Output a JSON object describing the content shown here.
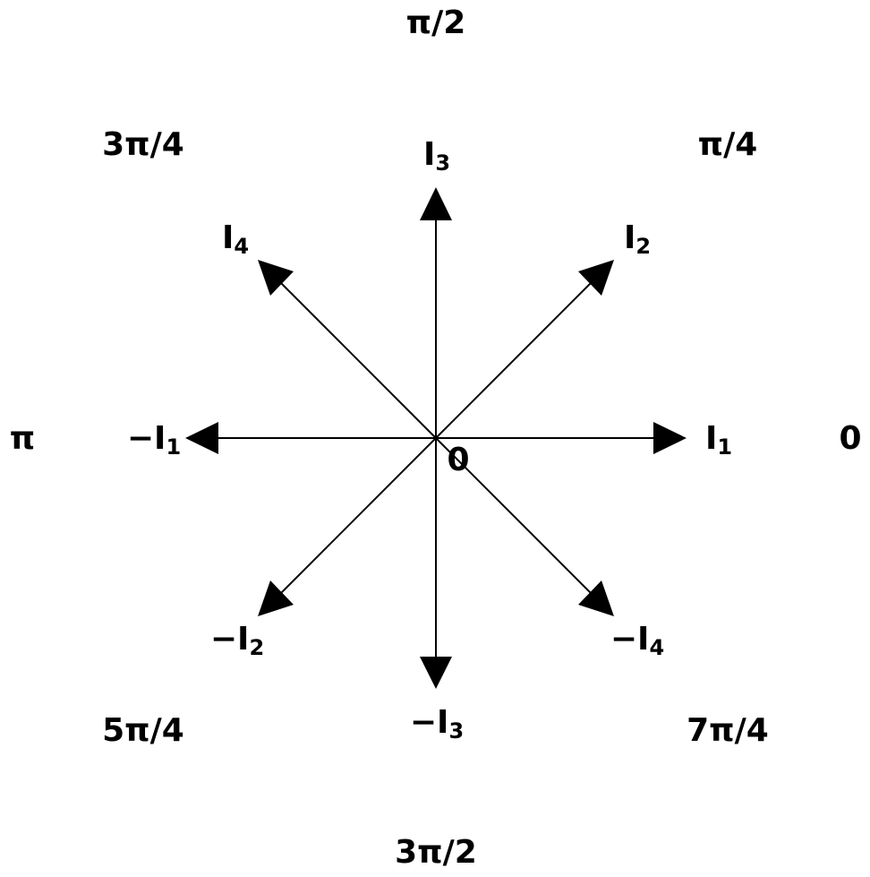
{
  "colors": {
    "ink": "#000000",
    "background": "#ffffff"
  },
  "origin_label": "0",
  "angle_labels": [
    {
      "id": "0",
      "text": "0"
    },
    {
      "id": "pi-4",
      "text": "π/4"
    },
    {
      "id": "pi-2",
      "text": "π/2"
    },
    {
      "id": "3pi-4",
      "text": "3π/4"
    },
    {
      "id": "pi",
      "text": "π"
    },
    {
      "id": "5pi-4",
      "text": "5π/4"
    },
    {
      "id": "3pi-2",
      "text": "3π/2"
    },
    {
      "id": "7pi-4",
      "text": "7π/4"
    }
  ],
  "vectors": [
    {
      "id": "i1",
      "sign": "",
      "base": "I",
      "sub": "1"
    },
    {
      "id": "i2",
      "sign": "",
      "base": "I",
      "sub": "2"
    },
    {
      "id": "i3",
      "sign": "",
      "base": "I",
      "sub": "3"
    },
    {
      "id": "i4",
      "sign": "",
      "base": "I",
      "sub": "4"
    },
    {
      "id": "neg-i1",
      "sign": "−",
      "base": "I",
      "sub": "1"
    },
    {
      "id": "neg-i2",
      "sign": "−",
      "base": "I",
      "sub": "2"
    },
    {
      "id": "neg-i3",
      "sign": "−",
      "base": "I",
      "sub": "3"
    },
    {
      "id": "neg-i4",
      "sign": "−",
      "base": "I",
      "sub": "4"
    }
  ]
}
